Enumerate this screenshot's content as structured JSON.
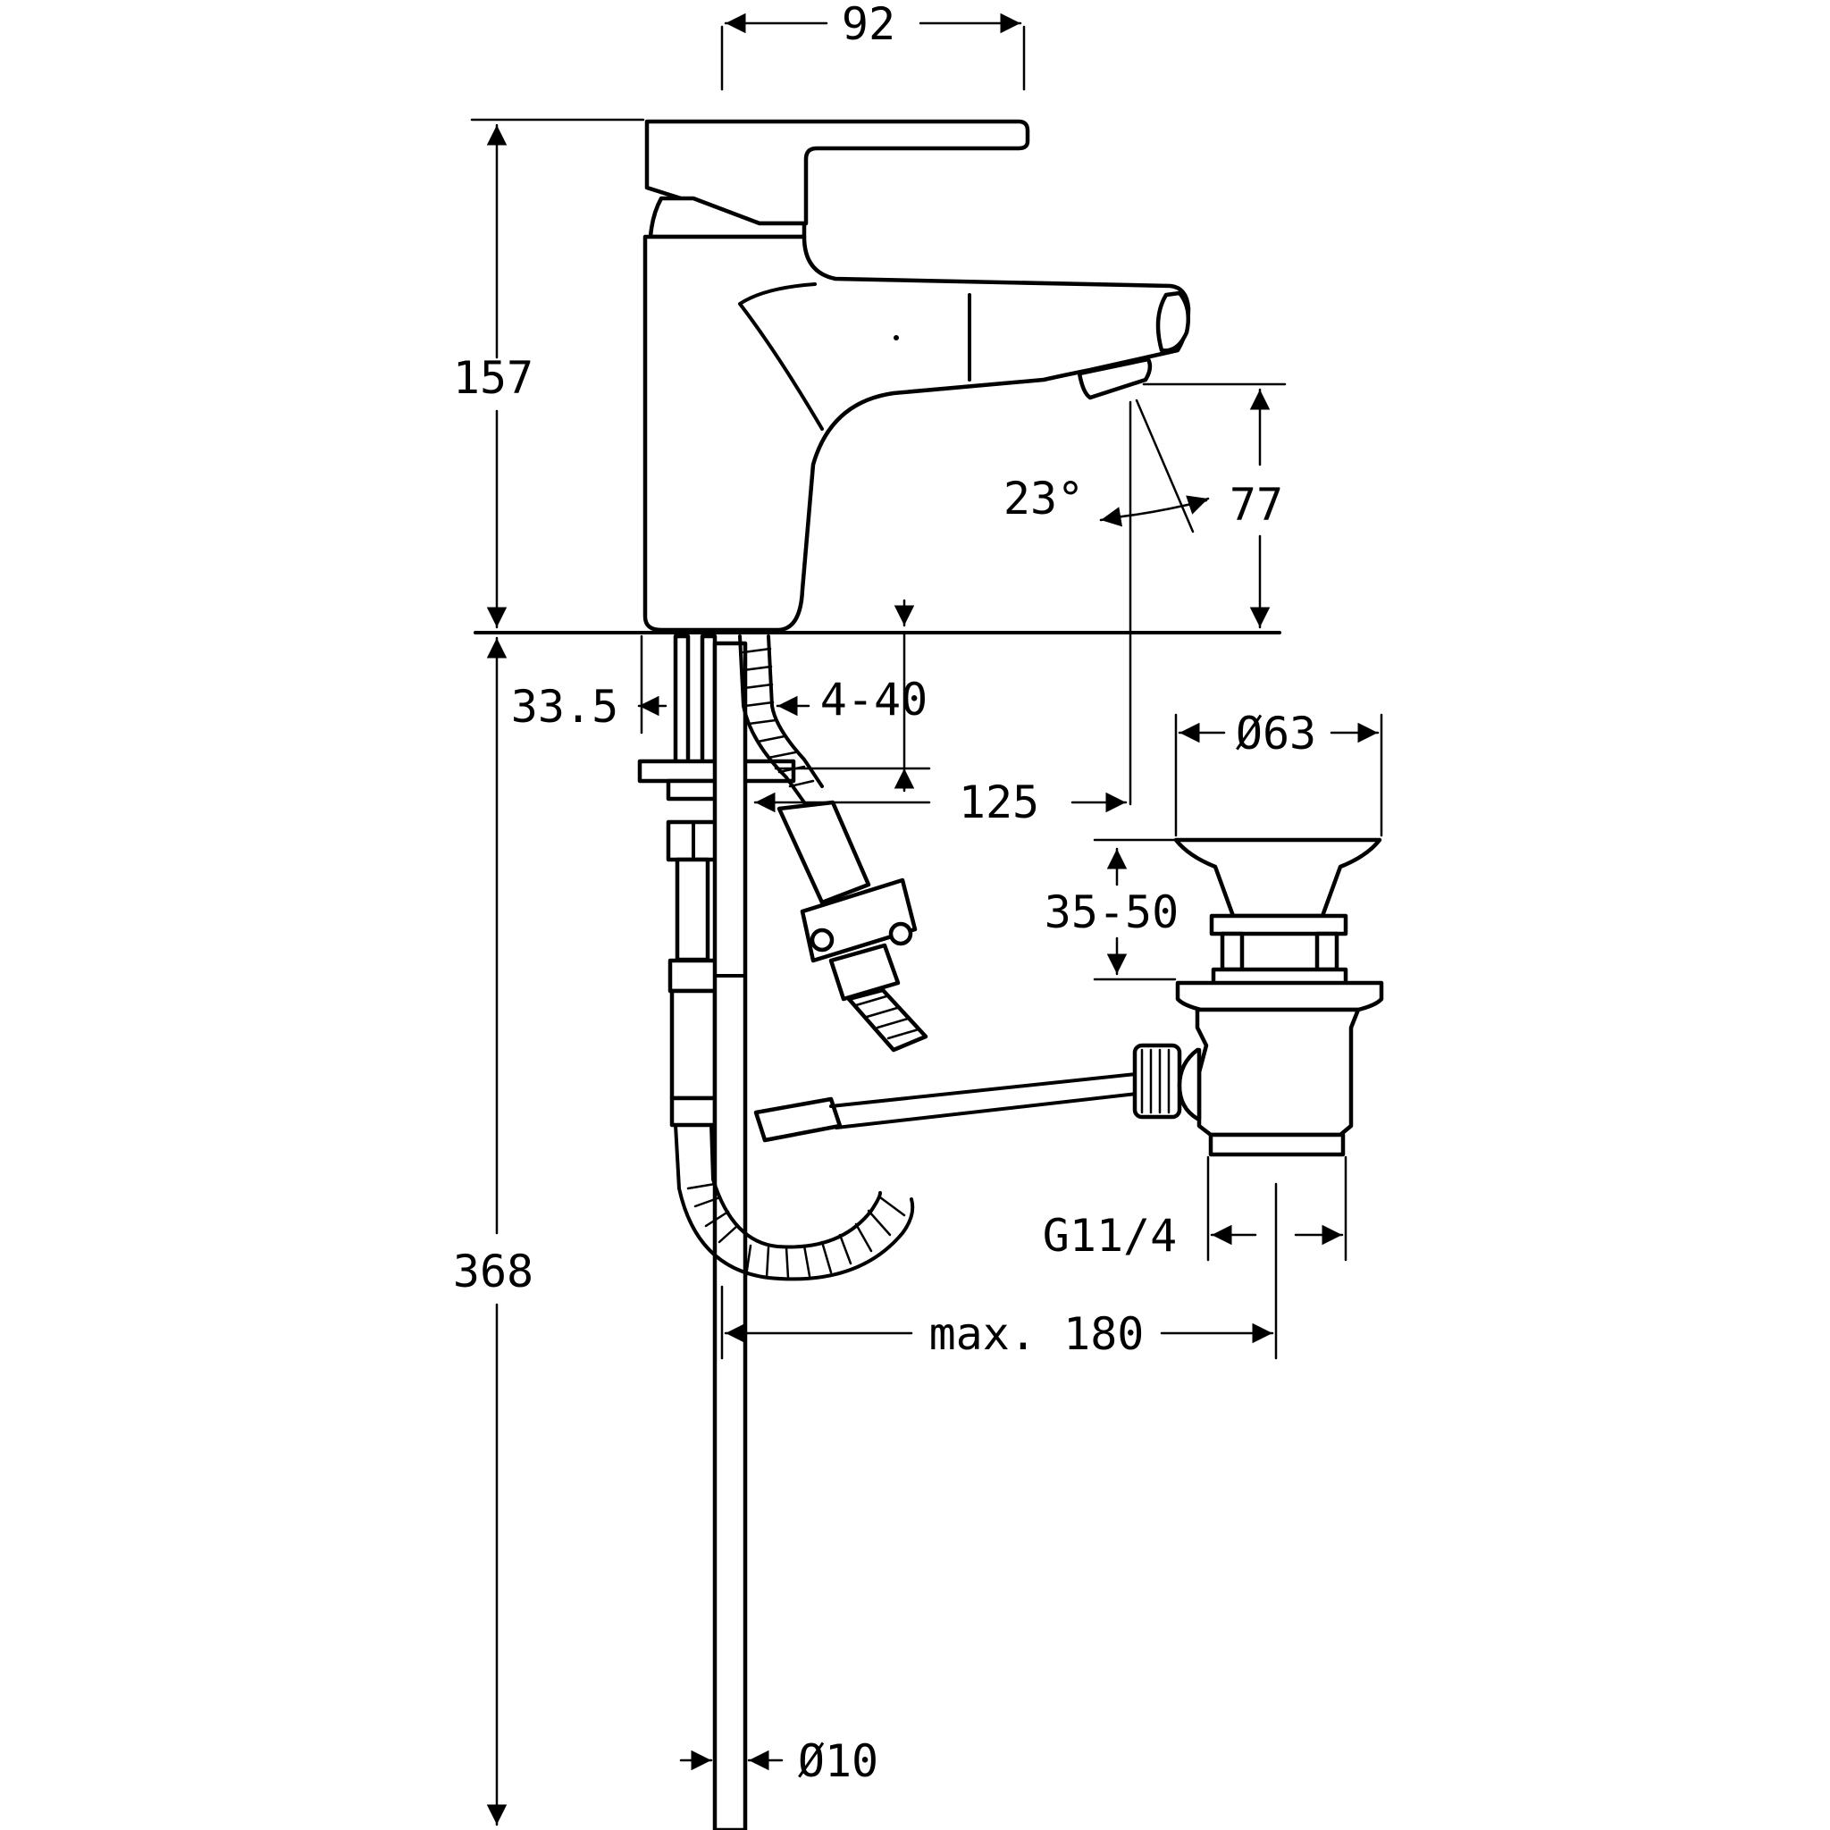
{
  "drawing": {
    "dimensions": {
      "width_top": "92",
      "height_upper": "157",
      "height_lower": "368",
      "spout_height": "77",
      "spout_angle": "23°",
      "hole_offset": "33.5",
      "counter_thickness": "4-40",
      "projection": "125",
      "waste_diameter": "Ø63",
      "waste_height": "35-50",
      "waste_thread": "G11/4",
      "rod_length": "max. 180",
      "rod_diameter": "Ø10"
    }
  }
}
